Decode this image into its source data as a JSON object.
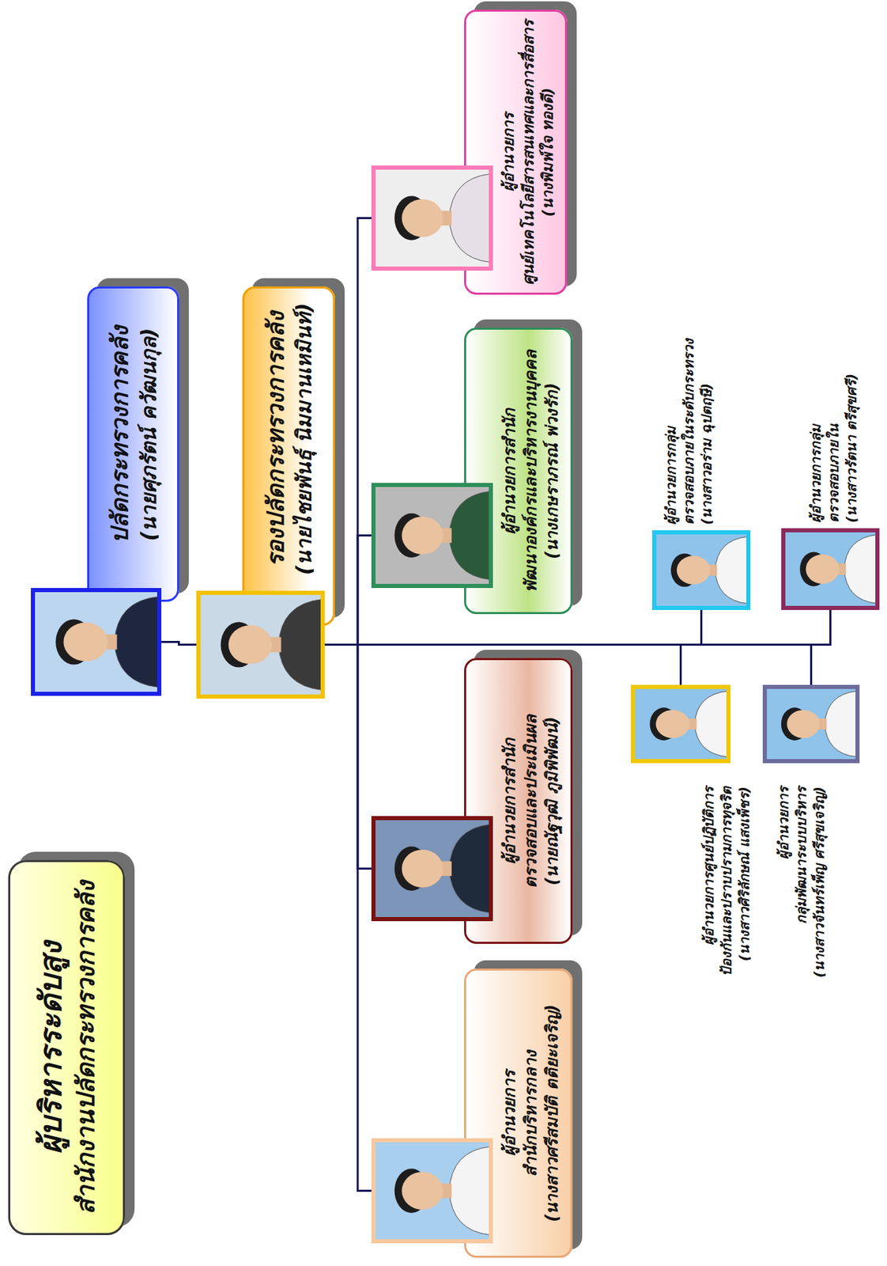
{
  "diagram": {
    "nodes": [
      {
        "text": [
          "ผู้บริหารระดับสูง",
          "สำนักงานปลัดกระทรวงการคลัง"
        ]
      },
      {
        "text": [
          "ปลัดกระทรวงการคลัง",
          "(นายศุภรัตน์ ควัฒนกุล)"
        ]
      },
      {
        "text": [
          "รองปลัดกระทรวงการคลัง",
          "(นายไชยพันธุ์ นิมมานเหมินท์)"
        ]
      },
      {
        "text": [
          "ผู้อำนวยการ",
          "สำนักบริหารกลาง",
          "(นางสาวศรีสมบัติ ตติยะเจริญ)"
        ]
      },
      {
        "text": [
          "ผู้อำนวยการสำนัก",
          "ตรวจสอบและประเมินผล",
          "(นายณัฐวุฒิ ภูมิพิพัฒน์)"
        ]
      },
      {
        "text": [
          "ผู้อำนวยการสำนัก",
          "พัฒนาองค์กรและบริหารงานบุคคล",
          "(นางเกษราภรณ์ พ่วงรัก)"
        ]
      },
      {
        "text": [
          "ผู้อำนวยการ",
          "ศูนย์เทคโนโลยีสารสนเทศและการสื่อสาร",
          "(นางพิมพ์ใจ ทองดี)"
        ]
      },
      {
        "text": [
          "ผู้อำนวยการศูนย์ปฏิบัติการ",
          "ป้องกันและปราบปรามการทุจริต",
          "(นางสาวศิริลักษณ์ แสงเพ็ชร)"
        ]
      },
      {
        "text": [
          "ผู้อำนวยการกลุ่ม",
          "ตรวจสอบภายในระดับกระทรวง",
          "(นางสาวอร่าม ฉุปตฤษี)"
        ]
      },
      {
        "text": [
          "ผู้อำนวยการ",
          "กลุ่มพัฒนาระบบบริหาร",
          "(นางสาวจันทร์เพ็ญ ศรีสุขเจริญ)"
        ]
      },
      {
        "text": [
          "ผู้อำนวยการกลุ่ม",
          "ตรวจสอบภายใน",
          "(นางสาวรัตนา ตรีสุขศรี)"
        ]
      }
    ],
    "edges": [
      {
        "from": 1,
        "to": 2,
        "arrow": "none"
      },
      {
        "from": 2,
        "to": 3,
        "arrow": "none"
      },
      {
        "from": 2,
        "to": 4,
        "arrow": "none"
      },
      {
        "from": 2,
        "to": 5,
        "arrow": "none"
      },
      {
        "from": 2,
        "to": 6,
        "arrow": "none"
      },
      {
        "from": 2,
        "to": 7,
        "arrow": "none"
      },
      {
        "from": 2,
        "to": 8,
        "arrow": "none"
      },
      {
        "from": 2,
        "to": 9,
        "arrow": "none"
      },
      {
        "from": 2,
        "to": 10,
        "arrow": "none"
      }
    ]
  }
}
